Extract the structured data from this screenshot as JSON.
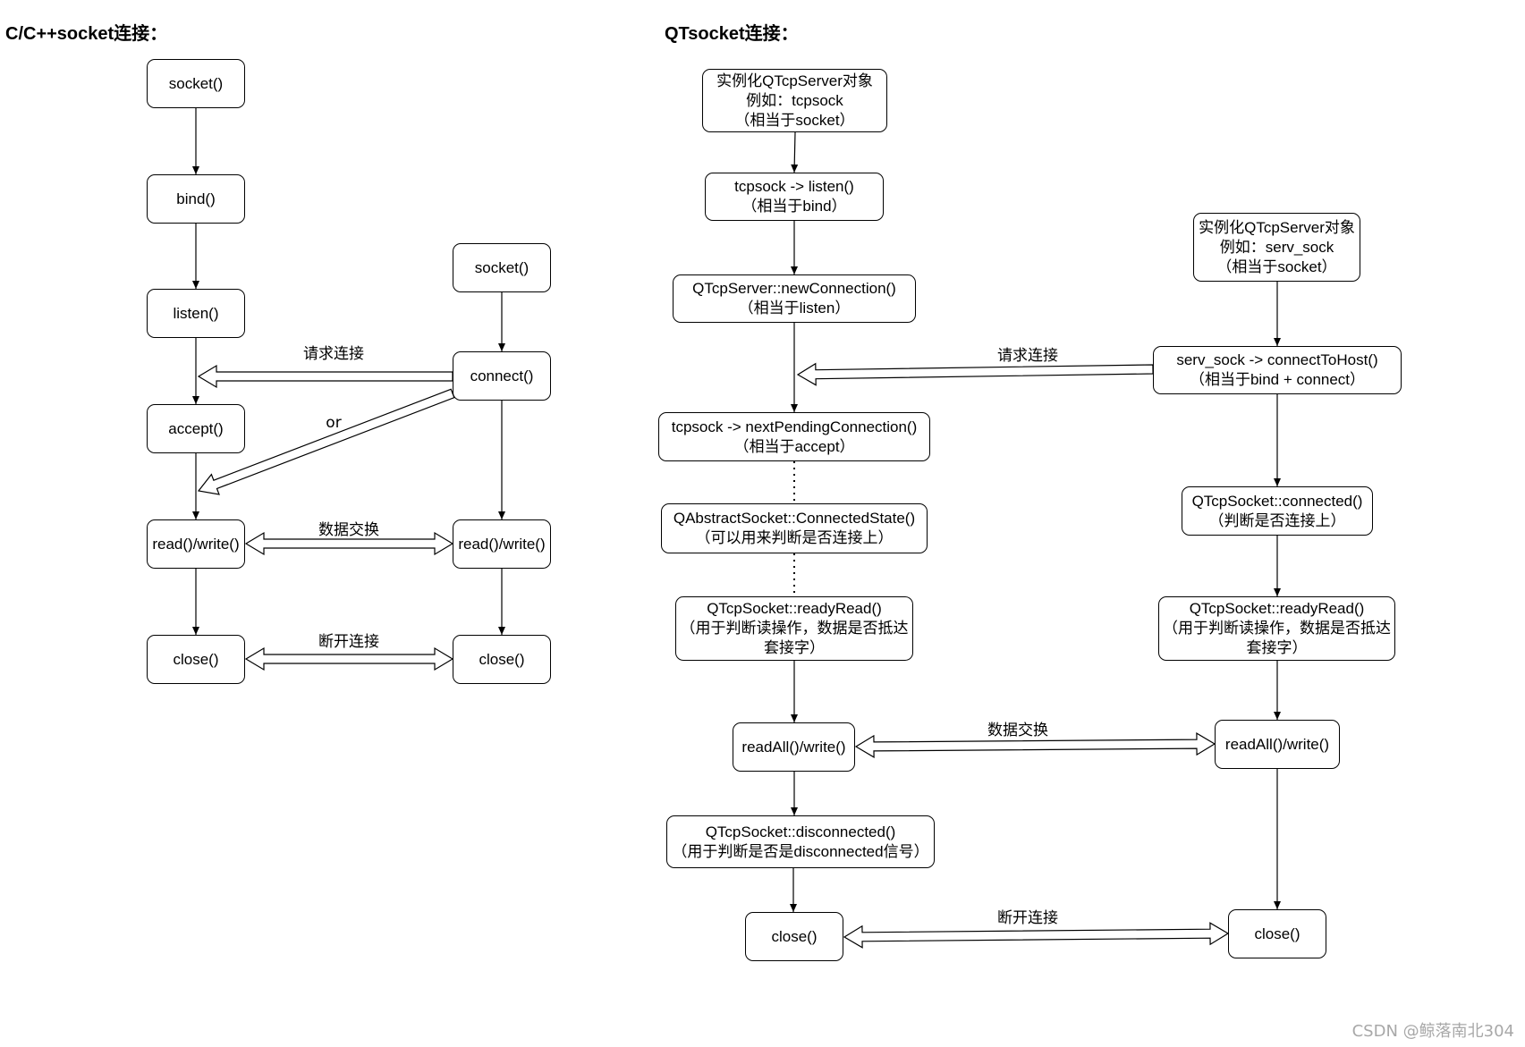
{
  "left_title": "C/C++socket连接：",
  "right_title": "QTsocket连接：",
  "left": {
    "server": [
      "socket()",
      "bind()",
      "listen()",
      "accept()",
      "read()/write()",
      "close()"
    ],
    "client": [
      "socket()",
      "connect()",
      "read()/write()",
      "close()"
    ],
    "labels": {
      "request": "请求连接",
      "or": "or",
      "exchange": "数据交换",
      "disconnect": "断开连接"
    }
  },
  "right": {
    "server": [
      [
        "实例化QTcpServer对象",
        "例如：tcpsock",
        "（相当于socket）"
      ],
      [
        "tcpsock -> listen()",
        "（相当于bind）"
      ],
      [
        "QTcpServer::newConnection()",
        "（相当于listen）"
      ],
      [
        "tcpsock -> nextPendingConnection()",
        "（相当于accept）"
      ],
      [
        "QAbstractSocket::ConnectedState()",
        "（可以用来判断是否连接上）"
      ],
      [
        "QTcpSocket::readyRead()",
        "（用于判断读操作，数据是否抵达",
        "套接字）"
      ],
      [
        "readAll()/write()"
      ],
      [
        "QTcpSocket::disconnected()",
        "（用于判断是否是disconnected信号）"
      ],
      [
        "close()"
      ]
    ],
    "client": [
      [
        "实例化QTcpServer对象",
        "例如：serv_sock",
        "（相当于socket）"
      ],
      [
        "serv_sock -> connectToHost()",
        "（相当于bind + connect）"
      ],
      [
        "QTcpSocket::connected()",
        "（判断是否连接上）"
      ],
      [
        "QTcpSocket::readyRead()",
        "（用于判断读操作，数据是否抵达",
        "套接字）"
      ],
      [
        "readAll()/write()"
      ],
      [
        "close()"
      ]
    ],
    "labels": {
      "request": "请求连接",
      "exchange": "数据交换",
      "disconnect": "断开连接"
    }
  },
  "watermark": "CSDN @鲸落南北304"
}
